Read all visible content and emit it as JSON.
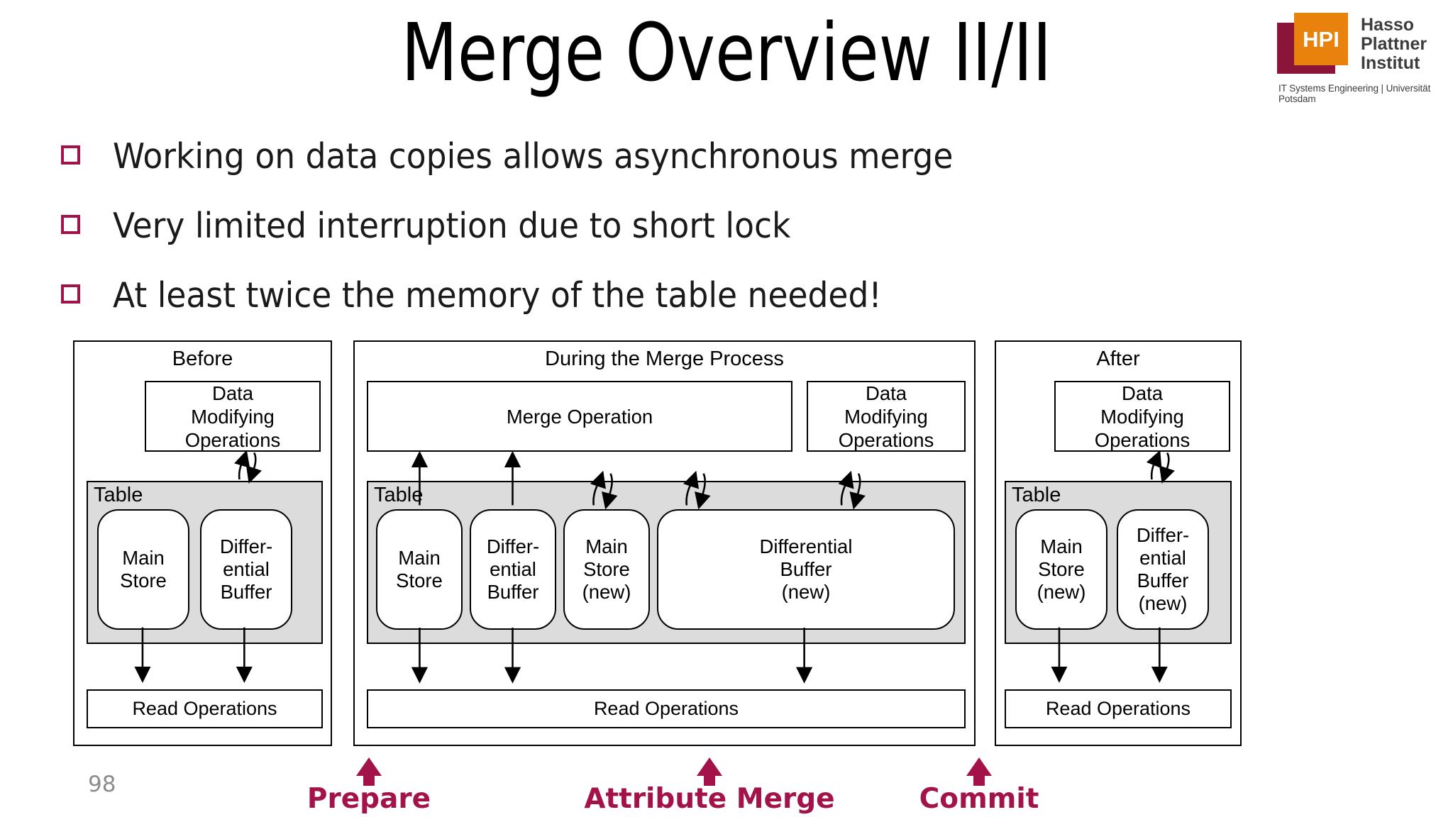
{
  "slide": {
    "title": "Merge Overview II/II",
    "page_number": "98"
  },
  "logo": {
    "mark_text": "HPI",
    "name_line1": "Hasso",
    "name_line2": "Plattner",
    "name_line3": "Institut",
    "tagline": "IT Systems Engineering | Universität Potsdam",
    "color_red": "#8a1538",
    "color_orange": "#e8820c"
  },
  "bullets": [
    {
      "text": "Working on data copies allows asynchronous merge"
    },
    {
      "text": "Very limited interruption due to short lock"
    },
    {
      "text": "At least twice the memory of the table needed!"
    }
  ],
  "bullet_marker_color": "#a3134a",
  "diagram": {
    "panels": [
      {
        "id": "before",
        "title": "Before",
        "dmo_label": "Data\nModifying\nOperations",
        "table_label": "Table",
        "stores": [
          {
            "label": "Main\nStore"
          },
          {
            "label": "Differ-\nential\nBuffer"
          }
        ],
        "read_ops_label": "Read Operations"
      },
      {
        "id": "during",
        "title": "During the Merge Process",
        "merge_label": "Merge Operation",
        "dmo_label": "Data\nModifying\nOperations",
        "table_label": "Table",
        "stores": [
          {
            "label": "Main\nStore"
          },
          {
            "label": "Differ-\nential\nBuffer"
          },
          {
            "label": "Main\nStore\n(new)"
          },
          {
            "label": "Differential\nBuffer\n(new)"
          }
        ],
        "read_ops_label": "Read Operations"
      },
      {
        "id": "after",
        "title": "After",
        "dmo_label": "Data\nModifying\nOperations",
        "table_label": "Table",
        "stores": [
          {
            "label": "Main\nStore\n(new)"
          },
          {
            "label": "Differ-\nential\nBuffer\n(new)"
          }
        ],
        "read_ops_label": "Read Operations"
      }
    ]
  },
  "markers": [
    {
      "label": "Prepare",
      "color": "#a3134a"
    },
    {
      "label": "Attribute Merge",
      "color": "#a3134a"
    },
    {
      "label": "Commit",
      "color": "#a3134a"
    }
  ]
}
